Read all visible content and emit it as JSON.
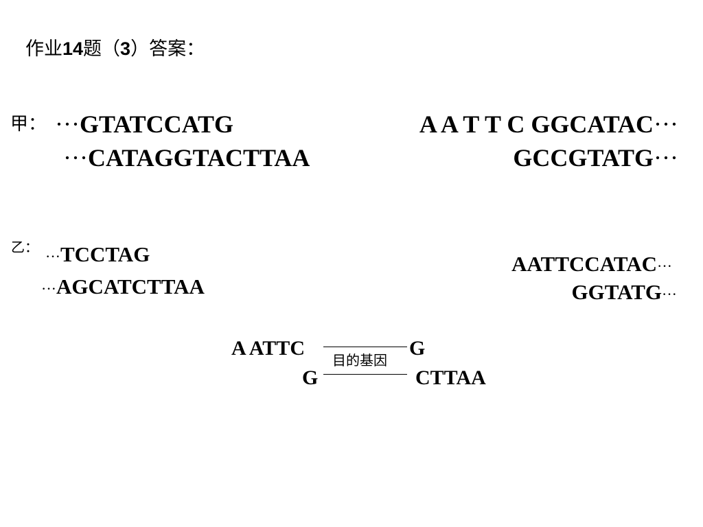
{
  "title": {
    "prefix": "作业",
    "number": "14",
    "middle": "题（",
    "sub": "3",
    "suffix": "）答案："
  },
  "jia": {
    "label": "甲：",
    "left_top": "GTATCCATG",
    "left_bottom": "CATAGGTACTTAA",
    "right_top": "A A T T C GGCATAC",
    "right_bottom": "GCCGTATG",
    "ellipsis": "···"
  },
  "yi": {
    "label": "乙：",
    "left_top": "TCCTAG",
    "left_bottom": "AGCATCTTAA",
    "right_top": "AATTCCATAC",
    "right_bottom": "GGTATG",
    "ellipsis": "···"
  },
  "result": {
    "top_left": "A ATTC",
    "top_right": "G",
    "gene": "目的基因",
    "bottom_left": "G",
    "bottom_right": "CTTAA"
  }
}
